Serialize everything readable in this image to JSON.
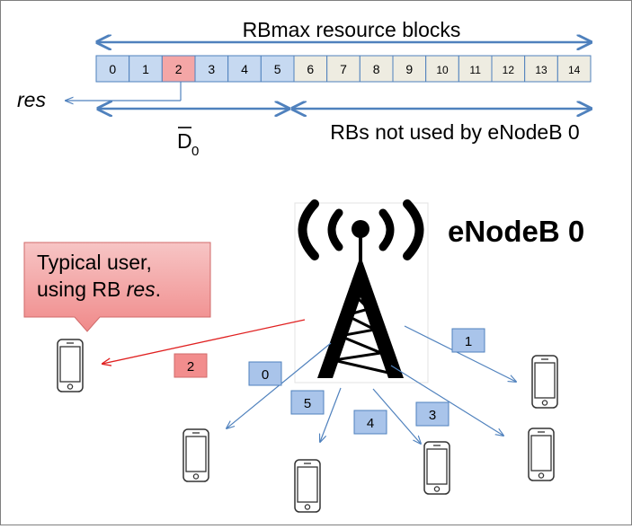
{
  "top_arrow_label": "RBmax resource blocks",
  "resource_blocks": [
    "0",
    "1",
    "2",
    "3",
    "4",
    "5",
    "6",
    "7",
    "8",
    "9",
    "10",
    "11",
    "12",
    "13",
    "14"
  ],
  "res_label": "res",
  "d0_symbol": "D",
  "d0_subscript": "0",
  "unused_label": "RBs not used by eNodeB 0",
  "enodeb_label": "eNodeB 0",
  "callout": {
    "line1": "Typical user,",
    "line2_prefix": "using  RB ",
    "line2_italic": "res",
    "line2_suffix": "."
  },
  "user_links": [
    "2",
    "0",
    "5",
    "4",
    "3",
    "1"
  ],
  "colors": {
    "rb_used_fill": "#c6d9f1",
    "rb_highlight_fill": "#f4a6a6",
    "rb_unused_fill": "#eeece1",
    "arrow_blue": "#4f81bd",
    "arrow_red": "#e02020",
    "label_blue_fill": "#a9c4ea",
    "label_red_fill": "#f28d8d",
    "callout_fill": "#f4a7a7"
  }
}
